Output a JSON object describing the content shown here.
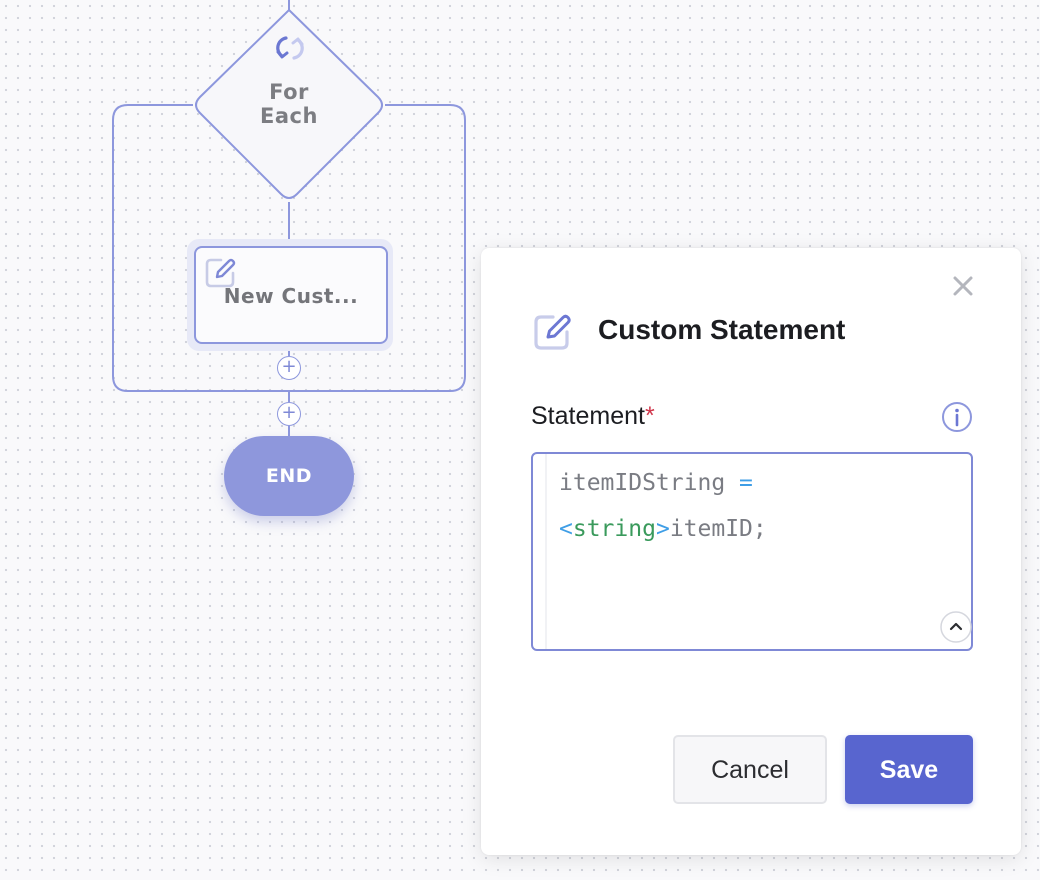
{
  "flow": {
    "foreach_label_line1": "For",
    "foreach_label_line2": "Each",
    "statement_node_label": "New Cust...",
    "end_label": "END",
    "add_symbol": "+"
  },
  "dialog": {
    "title": "Custom Statement",
    "field_label": "Statement",
    "required_mark": "*",
    "code": {
      "line1_ident": "itemIDString",
      "line1_op": "=",
      "line2_lt": "<",
      "line2_type": "string",
      "line2_gt": ">",
      "line2_rest": "itemID;"
    },
    "cancel_label": "Cancel",
    "save_label": "Save"
  },
  "colors": {
    "accent": "#5865cf",
    "node_border": "#8d97dd",
    "end_fill": "#8e97dc",
    "required": "#d0354a",
    "code_operator": "#3f9ee6",
    "code_type": "#3a9a5c"
  },
  "icons": [
    "loop-arrows-icon",
    "edit-note-icon",
    "close-icon",
    "info-icon",
    "chevron-up-icon",
    "plus-icon"
  ]
}
